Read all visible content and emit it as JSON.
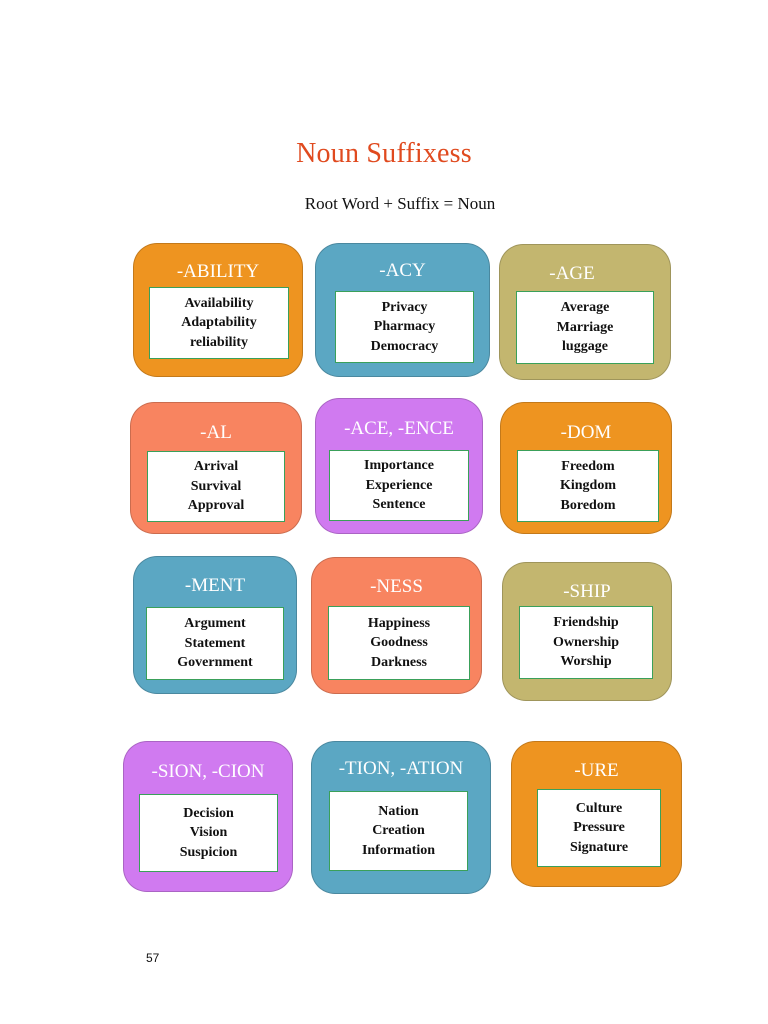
{
  "title": "Noun Suffixess",
  "subtitle": "Root Word + Suffix = Noun",
  "page_number": "57",
  "colors": {
    "title": "#e04a1f",
    "orange": "#ee9420",
    "blue": "#5ba7c3",
    "khaki": "#c3b66f",
    "coral": "#f88460",
    "violet": "#d07af0"
  },
  "cards": [
    {
      "suffix": "-ABILITY",
      "words": [
        "Availability",
        "Adaptability",
        "reliability"
      ],
      "color": "#ee9420"
    },
    {
      "suffix": "-ACY",
      "words": [
        "Privacy",
        "Pharmacy",
        "Democracy"
      ],
      "color": "#5ba7c3"
    },
    {
      "suffix": "-AGE",
      "words": [
        "Average",
        "Marriage",
        "luggage"
      ],
      "color": "#c3b66f"
    },
    {
      "suffix": "-AL",
      "words": [
        "Arrival",
        "Survival",
        "Approval"
      ],
      "color": "#f88460"
    },
    {
      "suffix": "-ACE, -ENCE",
      "words": [
        "Importance",
        "Experience",
        "Sentence"
      ],
      "color": "#d07af0"
    },
    {
      "suffix": "-DOM",
      "words": [
        "Freedom",
        "Kingdom",
        "Boredom"
      ],
      "color": "#ee9420"
    },
    {
      "suffix": "-MENT",
      "words": [
        "Argument",
        "Statement",
        "Government"
      ],
      "color": "#5ba7c3"
    },
    {
      "suffix": "-NESS",
      "words": [
        "Happiness",
        "Goodness",
        "Darkness"
      ],
      "color": "#f88460"
    },
    {
      "suffix": "-SHIP",
      "words": [
        "Friendship",
        "Ownership",
        "Worship"
      ],
      "color": "#c3b66f"
    },
    {
      "suffix": "-SION, -CION",
      "words": [
        "Decision",
        "Vision",
        "Suspicion"
      ],
      "color": "#d07af0"
    },
    {
      "suffix": "-TION, -ATION",
      "words": [
        "Nation",
        "Creation",
        "Information"
      ],
      "color": "#5ba7c3"
    },
    {
      "suffix": "-URE",
      "words": [
        "Culture",
        "Pressure",
        "Signature"
      ],
      "color": "#ee9420"
    }
  ]
}
